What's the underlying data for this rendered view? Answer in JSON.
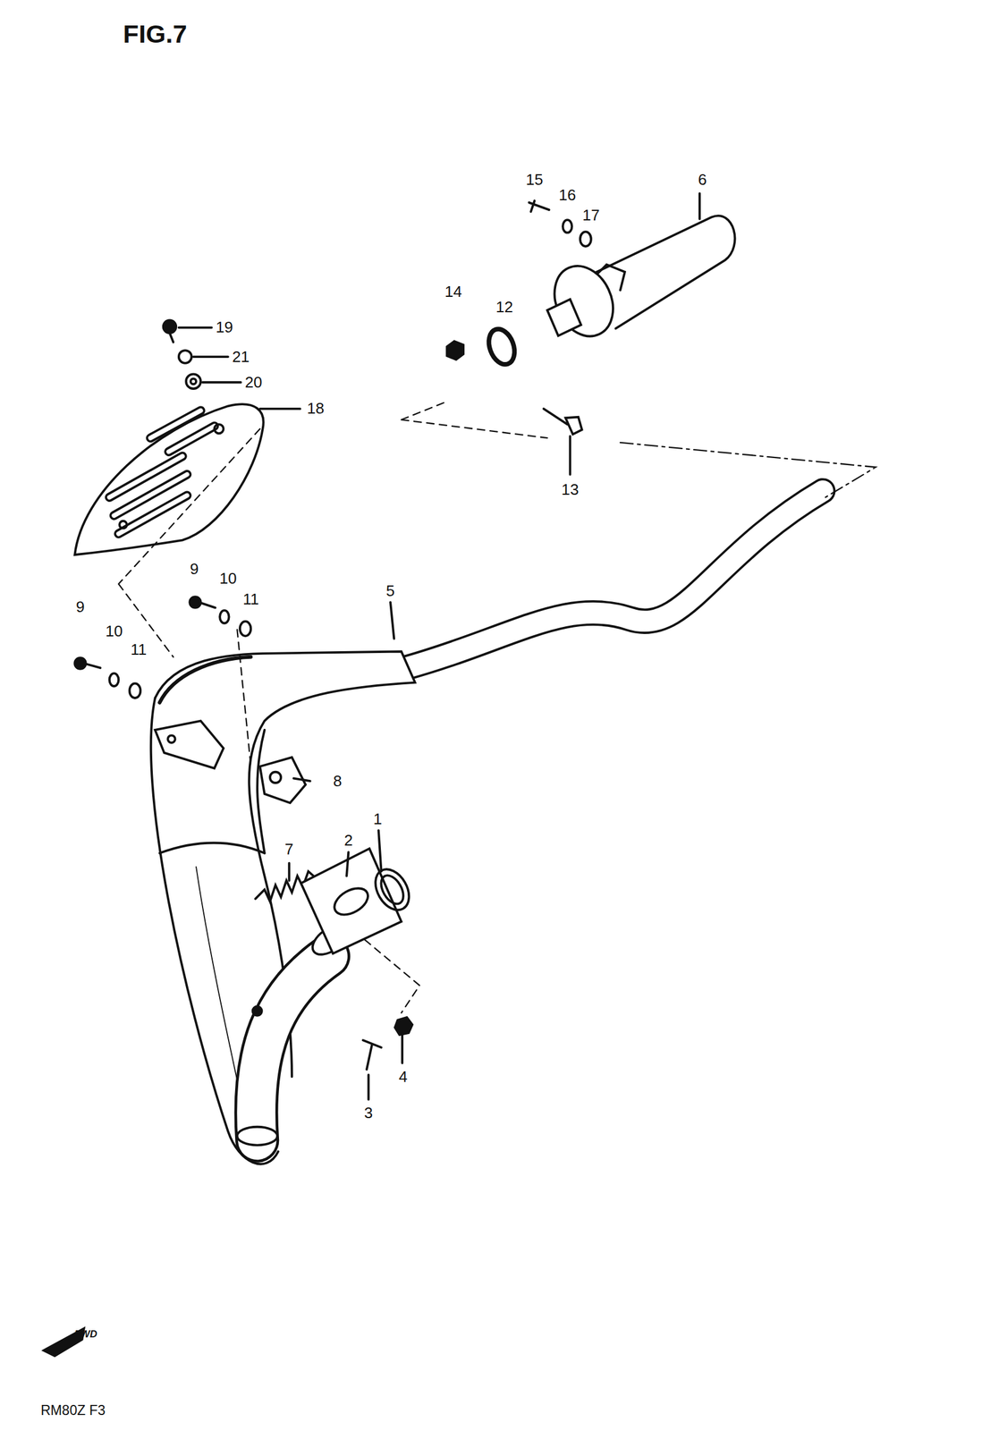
{
  "diagram": {
    "title": "FIG.7",
    "labels": [
      "15",
      "16",
      "17",
      "6",
      "14",
      "12",
      "19",
      "21",
      "20",
      "18",
      "13",
      "9",
      "10",
      "11",
      "5",
      "9",
      "10",
      "11",
      "8",
      "7",
      "2",
      "1",
      "4",
      "3",
      "FWD",
      "RM80Z F3"
    ]
  }
}
